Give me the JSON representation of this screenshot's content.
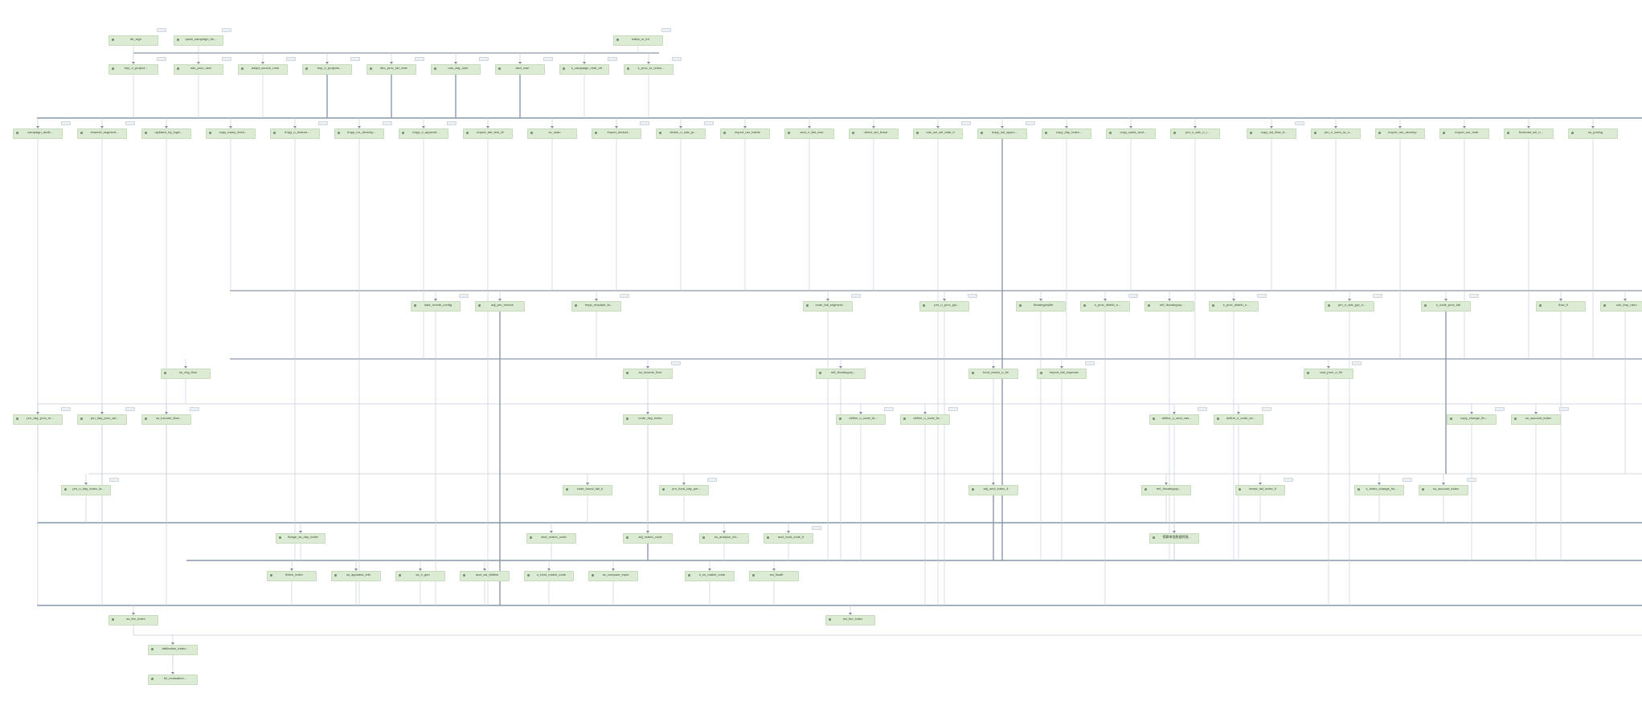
{
  "diagram": {
    "nodes": [
      {
        "id": "r0a",
        "label": "db_sign"
      },
      {
        "id": "r0b",
        "label": "quick_campaign_fm..."
      },
      {
        "id": "r0c",
        "label": "kafka_sr_int"
      },
      {
        "id": "r1a",
        "label": "tmp_n_project..."
      },
      {
        "id": "r1b",
        "label": "ods_prov_user"
      },
      {
        "id": "r1c",
        "label": "adapt_source_mstr"
      },
      {
        "id": "r1d",
        "label": "tmp_n_projects..."
      },
      {
        "id": "r1e",
        "label": "dim_prov_sel_mstr"
      },
      {
        "id": "r1f",
        "label": "ods_day_user"
      },
      {
        "id": "r1g",
        "label": "dwd_user"
      },
      {
        "id": "r1h",
        "label": "s_campaign_mstr_ref"
      },
      {
        "id": "r1i",
        "label": "s_prov_sr_union..."
      },
      {
        "id": "r2a",
        "label": "campaign_audit..."
      },
      {
        "id": "r2b",
        "label": "channel_segment..."
      },
      {
        "id": "r2c",
        "label": "updated_by_login..."
      },
      {
        "id": "r2d",
        "label": "copy_many_fetch..."
      },
      {
        "id": "r2e",
        "label": "tmpp_n_feature..."
      },
      {
        "id": "r2f",
        "label": "tmpp_mr_develop..."
      },
      {
        "id": "r2g",
        "label": "tmpp_n_appendi..."
      },
      {
        "id": "r2h",
        "label": "import_tab_test_dt"
      },
      {
        "id": "r2i",
        "label": "zz_main"
      },
      {
        "id": "r2j",
        "label": "import_deduct..."
      },
      {
        "id": "r2k",
        "label": "define_n_rate_pr..."
      },
      {
        "id": "r2l",
        "label": "import_usr_inside"
      },
      {
        "id": "r2m",
        "label": "acct_n_flat_new"
      },
      {
        "id": "r2n",
        "label": "direct_sel_linear"
      },
      {
        "id": "r2o",
        "label": "ods_ssl_sel_total_d"
      },
      {
        "id": "r2p",
        "label": "tmpp_ssl_appro..."
      },
      {
        "id": "r2q",
        "label": "copy_day_index..."
      },
      {
        "id": "r2r",
        "label": "copy_sales_acct..."
      },
      {
        "id": "r2s",
        "label": "prn_n_adv_n_l..."
      },
      {
        "id": "r2t",
        "label": "copy_ssl_flow_tt..."
      },
      {
        "id": "r2u",
        "label": "prn_n_seen_la_n..."
      },
      {
        "id": "r2v",
        "label": "import_usr_develop"
      },
      {
        "id": "r2w",
        "label": "import_usr_mstr"
      },
      {
        "id": "r2x",
        "label": "financial_sel_n..."
      },
      {
        "id": "r2y",
        "label": "ss_pricing"
      },
      {
        "id": "r3a",
        "label": "date_month_config"
      },
      {
        "id": "r3b",
        "label": "adj_prn_reduce"
      },
      {
        "id": "r3c",
        "label": "tmpp_dmplant_fa..."
      },
      {
        "id": "r3d",
        "label": "code_fail_segment..."
      },
      {
        "id": "r3e",
        "label": "prn_n_prov_ppl..."
      },
      {
        "id": "r3f",
        "label": "fincategorylife"
      },
      {
        "id": "r3g",
        "label": "s_prov_distrib_n..."
      },
      {
        "id": "r3h",
        "label": "refl_fincategory..."
      },
      {
        "id": "r3i",
        "label": "s_prov_distrib_n..."
      },
      {
        "id": "r3j",
        "label": "prn_n_adv_ppl_n..."
      },
      {
        "id": "r3k",
        "label": "s_code_prov_fail"
      },
      {
        "id": "r3l",
        "label": "flow_tt"
      },
      {
        "id": "r3m",
        "label": "ods_tmp_user..."
      },
      {
        "id": "r4a",
        "label": "ss_chg_flow"
      },
      {
        "id": "r4b",
        "label": "ss_income_flow"
      },
      {
        "id": "r4c",
        "label": "refl_fincategory..."
      },
      {
        "id": "r4d",
        "label": "fund_match_n_fin"
      },
      {
        "id": "r4e",
        "label": "import_fail_expense"
      },
      {
        "id": "r4f",
        "label": "cust_prov_n_fin"
      },
      {
        "id": "r5a",
        "label": "prn_day_prov_m..."
      },
      {
        "id": "r5b",
        "label": "prn_day_prov_ad..."
      },
      {
        "id": "r5c",
        "label": "ss_income_flow..."
      },
      {
        "id": "r5d",
        "label": "code_day_index"
      },
      {
        "id": "r5e",
        "label": "define_n_code_fa..."
      },
      {
        "id": "r5f",
        "label": "define_n_code_fa..."
      },
      {
        "id": "r5g",
        "label": "define_n_sect_cas..."
      },
      {
        "id": "r5h",
        "label": "define_n_code_se..."
      },
      {
        "id": "r5i",
        "label": "copy_change_fin..."
      },
      {
        "id": "r5j",
        "label": "ss_account_index"
      },
      {
        "id": "r6a",
        "label": "prn_n_day_index_la..."
      },
      {
        "id": "r6b",
        "label": "code_found_fail_fi"
      },
      {
        "id": "r6c",
        "label": "prn_fund_day_per..."
      },
      {
        "id": "r6d",
        "label": "adj_sect_index_fi"
      },
      {
        "id": "r6e",
        "label": "refl_fincategory..."
      },
      {
        "id": "r6f",
        "label": "invest_fail_index_fi"
      },
      {
        "id": "r6g",
        "label": "s_index_change_fin..."
      },
      {
        "id": "r6h",
        "label": "ss_account_index"
      },
      {
        "id": "r7a",
        "label": "finage_ss_day_index"
      },
      {
        "id": "r7b",
        "label": "sect_match_code"
      },
      {
        "id": "r7c",
        "label": "adj_match_code"
      },
      {
        "id": "r7d",
        "label": "ss_analyse_ret..."
      },
      {
        "id": "r7e",
        "label": "acct_fund_code_fi"
      },
      {
        "id": "r7f",
        "label": "预算审批数据明细..."
      },
      {
        "id": "r8a",
        "label": "finfee_index"
      },
      {
        "id": "r8b",
        "label": "ss_appraise_info"
      },
      {
        "id": "r8c",
        "label": "ss_n_geo"
      },
      {
        "id": "r8d",
        "label": "acct_ssl_flatline"
      },
      {
        "id": "r8e",
        "label": "s_fund_match_code"
      },
      {
        "id": "r8f",
        "label": "ss_compare_input"
      },
      {
        "id": "r8g",
        "label": "s_ss_match_code"
      },
      {
        "id": "r8h",
        "label": "ssl_finalfi"
      },
      {
        "id": "r9a",
        "label": "ss_fee_index"
      },
      {
        "id": "r9b",
        "label": "ssl_fee_index"
      },
      {
        "id": "r10a",
        "label": "attribution_index..."
      },
      {
        "id": "r11a",
        "label": "fin_evaluation..."
      }
    ]
  }
}
